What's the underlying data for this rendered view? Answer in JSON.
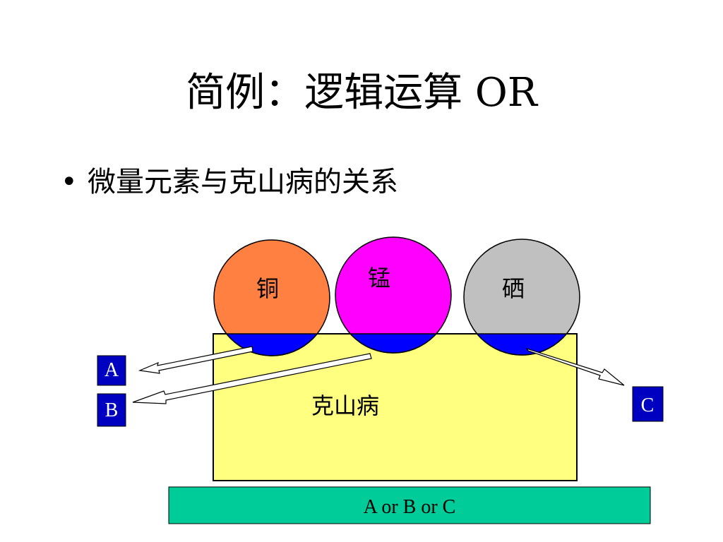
{
  "title": "简例：逻辑运算 OR",
  "bullet": "微量元素与克山病的关系",
  "bullet_symbol": "•",
  "disease_label": "克山病",
  "elements": [
    {
      "label": "铜",
      "color": "#ff8040"
    },
    {
      "label": "锰",
      "color": "#ff00ff"
    },
    {
      "label": "硒",
      "color": "#c0c0c0"
    }
  ],
  "boxes": [
    {
      "label": "A"
    },
    {
      "label": "B"
    },
    {
      "label": "C"
    }
  ],
  "result": "A or B or C",
  "colors": {
    "disease_fill": "#ffff80",
    "overlap_fill": "#0000ff",
    "box_fill": "#0000c0",
    "result_fill": "#00cc99"
  }
}
